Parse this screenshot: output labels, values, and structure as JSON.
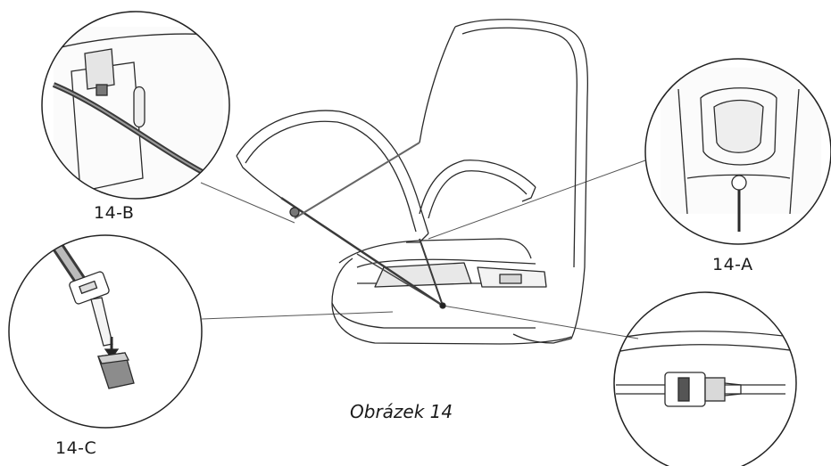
{
  "figure": {
    "caption": "Obrázek 14",
    "callouts": {
      "a": "14-A",
      "b": "14-B",
      "c": "14-C"
    }
  },
  "colors": {
    "line": "#2a2a2a",
    "shade": "#8a8a8a",
    "dark": "#3a3a3a"
  }
}
